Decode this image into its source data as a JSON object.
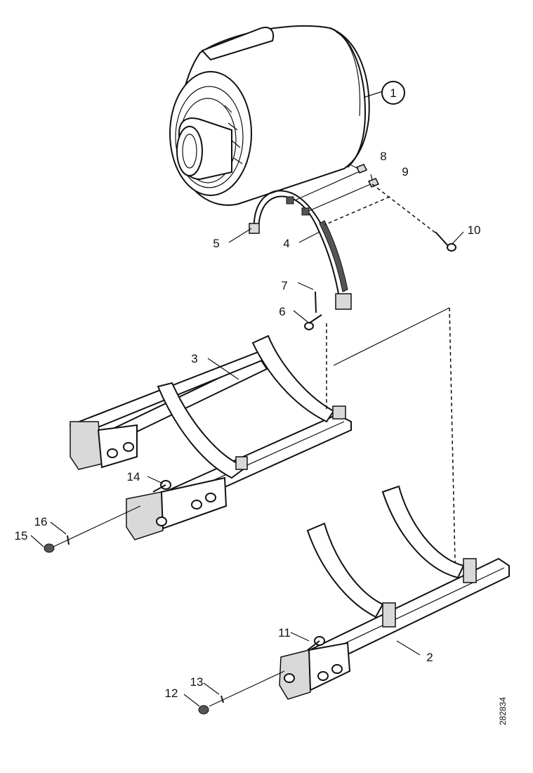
{
  "callouts": {
    "c1": "1",
    "c2": "2",
    "c3": "3",
    "c4": "4",
    "c5": "5",
    "c6": "6",
    "c7": "7",
    "c8": "8",
    "c9": "9",
    "c10": "10",
    "c11": "11",
    "c12": "12",
    "c13": "13",
    "c14": "14",
    "c15": "15",
    "c16": "16"
  },
  "drawing_number": "282834"
}
